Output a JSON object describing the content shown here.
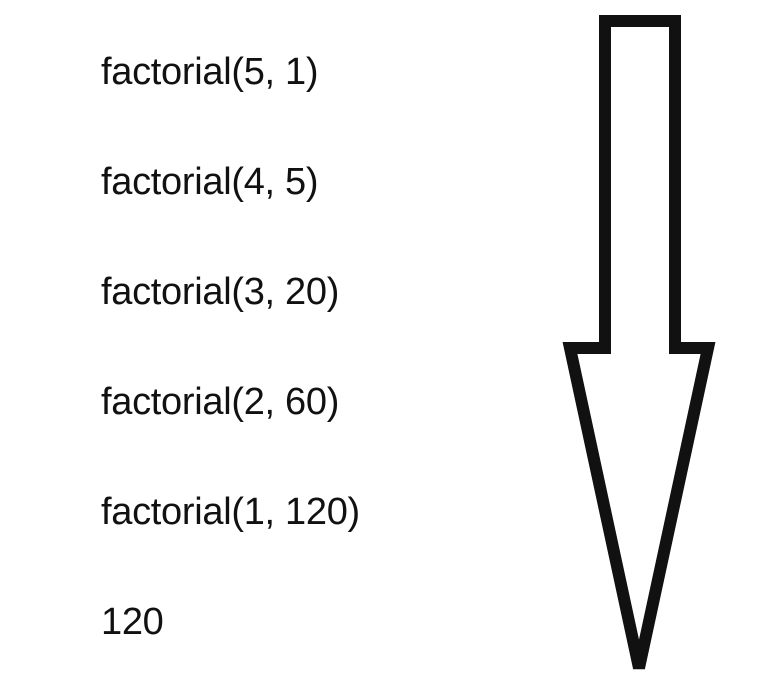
{
  "steps": [
    "factorial(5, 1)",
    "factorial(4, 5)",
    "factorial(3, 20)",
    "factorial(2, 60)",
    "factorial(1, 120)",
    "120"
  ],
  "colors": {
    "background": "#ffffff",
    "ink": "#111111"
  },
  "icons": {
    "arrow": "down-arrow-icon"
  }
}
